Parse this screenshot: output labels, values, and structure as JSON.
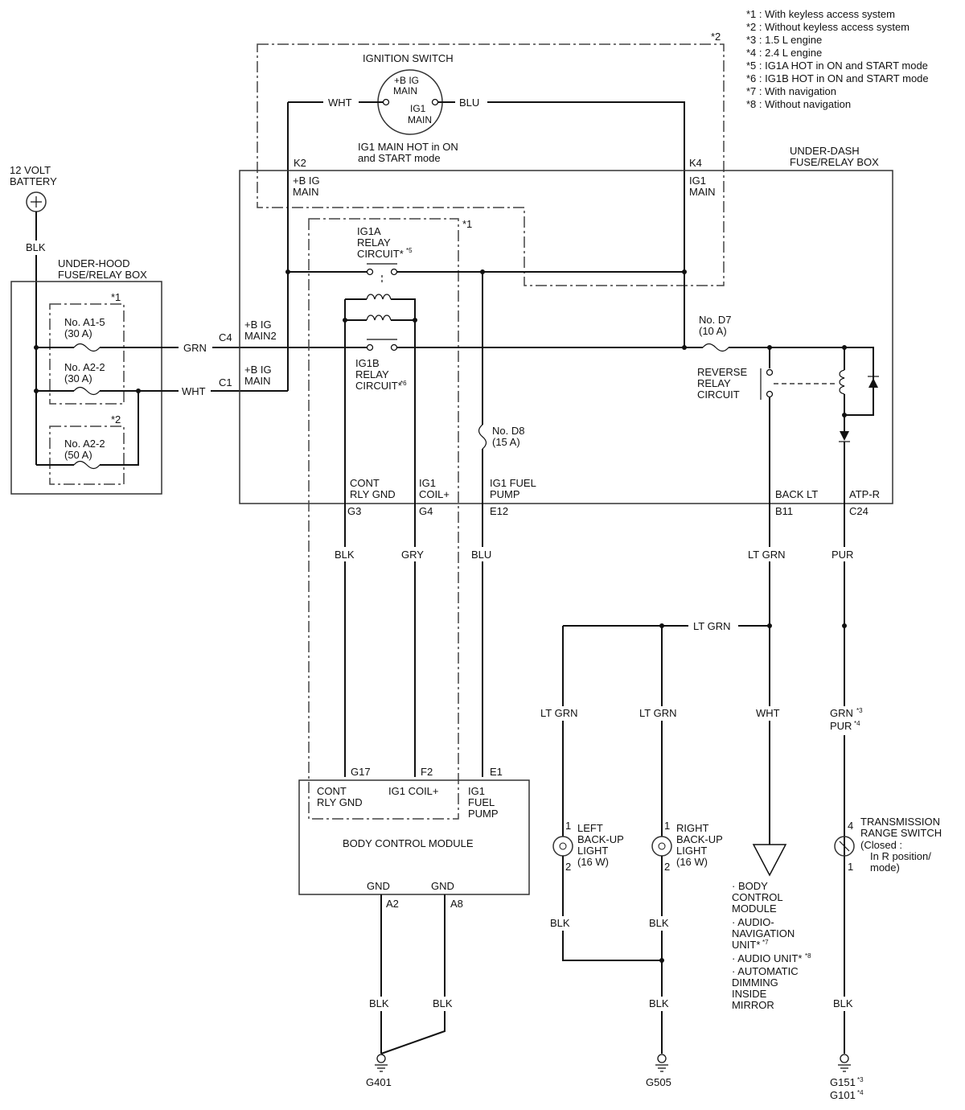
{
  "notes": [
    "*1 : With keyless access system",
    "*2 : Without keyless access system",
    "*3 : 1.5 L engine",
    "*4 : 2.4 L engine",
    "*5 : IG1A HOT in ON and START mode",
    "*6 : IG1B HOT in ON and START mode",
    "*7 : With navigation",
    "*8 : Without navigation"
  ],
  "battery": [
    "12 VOLT",
    "BATTERY"
  ],
  "ignition": {
    "title": "IGNITION SWITCH",
    "bplus1": "+B IG",
    "bplus2": "MAIN",
    "ig1": "IG1",
    "ig1main": "MAIN",
    "caption1": "IG1 MAIN HOT in ON",
    "caption2": "and START mode"
  },
  "underhood": {
    "title1": "UNDER-HOOD",
    "title2": "FUSE/RELAY BOX",
    "fuse1": [
      "No. A1-5",
      "(30 A)"
    ],
    "fuse2": [
      "No. A2-2",
      "(30 A)"
    ],
    "fuse3": [
      "No. A2-2",
      "(50 A)"
    ]
  },
  "underdash": {
    "title1": "UNDER-DASH",
    "title2": "FUSE/RELAY BOX"
  },
  "terminals": {
    "k2": "K2",
    "k4": "K4",
    "c4": "C4",
    "c1": "C1",
    "g3": "G3",
    "g4": "G4",
    "e12": "E12",
    "b11": "B11",
    "c24": "C24",
    "g17": "G17",
    "f2": "F2",
    "e1": "E1",
    "a2": "A2",
    "a8": "A8"
  },
  "labels": {
    "bigmain": [
      "+B IG",
      "MAIN"
    ],
    "ig1main": [
      "IG1",
      "MAIN"
    ],
    "bigmain2": [
      "+B IG",
      "MAIN2"
    ],
    "bigmain_c1": [
      "+B IG",
      "MAIN"
    ],
    "ig1a": [
      "IG1A",
      "RELAY",
      "CIRCUIT*"
    ],
    "ig1b": [
      "IG1B",
      "RELAY",
      "CIRCUIT*"
    ],
    "d7": [
      "No. D7",
      "(10 A)"
    ],
    "d8": [
      "No. D8",
      "(15 A)"
    ],
    "reverse": [
      "REVERSE",
      "RELAY",
      "CIRCUIT"
    ],
    "contgnd": [
      "CONT",
      "RLY GND"
    ],
    "ig1coil": [
      "IG1",
      "COIL+"
    ],
    "ig1fuel": [
      "IG1 FUEL",
      "PUMP"
    ],
    "backlt": "BACK LT",
    "atpr": "ATP-R"
  },
  "sup": {
    "s1": "*1",
    "s2": "*2",
    "s3": "*3",
    "s4": "*4",
    "s5": "*5",
    "s6": "*6",
    "s7": "*7",
    "s8": "*8"
  },
  "wires": {
    "blk": "BLK",
    "grn": "GRN",
    "wht": "WHT",
    "blu": "BLU",
    "gry": "GRY",
    "ltgrn": "LT GRN",
    "pur": "PUR",
    "grn3": "GRN",
    "pur4": "PUR"
  },
  "bcm": {
    "title": "BODY CONTROL MODULE",
    "cont": [
      "CONT",
      "RLY GND"
    ],
    "coil": "IG1 COIL+",
    "fuel": [
      "IG1",
      "FUEL",
      "PUMP"
    ],
    "gnd": "GND"
  },
  "left_light": {
    "pin1": "1",
    "pin2": "2",
    "label": [
      "LEFT",
      "BACK-UP",
      "LIGHT",
      "(16 W)"
    ]
  },
  "right_light": {
    "pin1": "1",
    "pin2": "2",
    "label": [
      "RIGHT",
      "BACK-UP",
      "LIGHT",
      "(16 W)"
    ]
  },
  "trs": {
    "pin4": "4",
    "pin1": "1",
    "label": [
      "TRANSMISSION",
      "RANGE SWITCH",
      "(Closed :",
      "In R position/",
      "mode)"
    ]
  },
  "destination": [
    "· BODY",
    "CONTROL",
    "MODULE",
    "· AUDIO-",
    "NAVIGATION",
    "UNIT*",
    "· AUDIO UNIT*",
    "· AUTOMATIC",
    "DIMMING",
    "INSIDE",
    "MIRROR"
  ],
  "grounds": {
    "g401": "G401",
    "g505": "G505",
    "g151": "G151",
    "g101": "G101"
  }
}
